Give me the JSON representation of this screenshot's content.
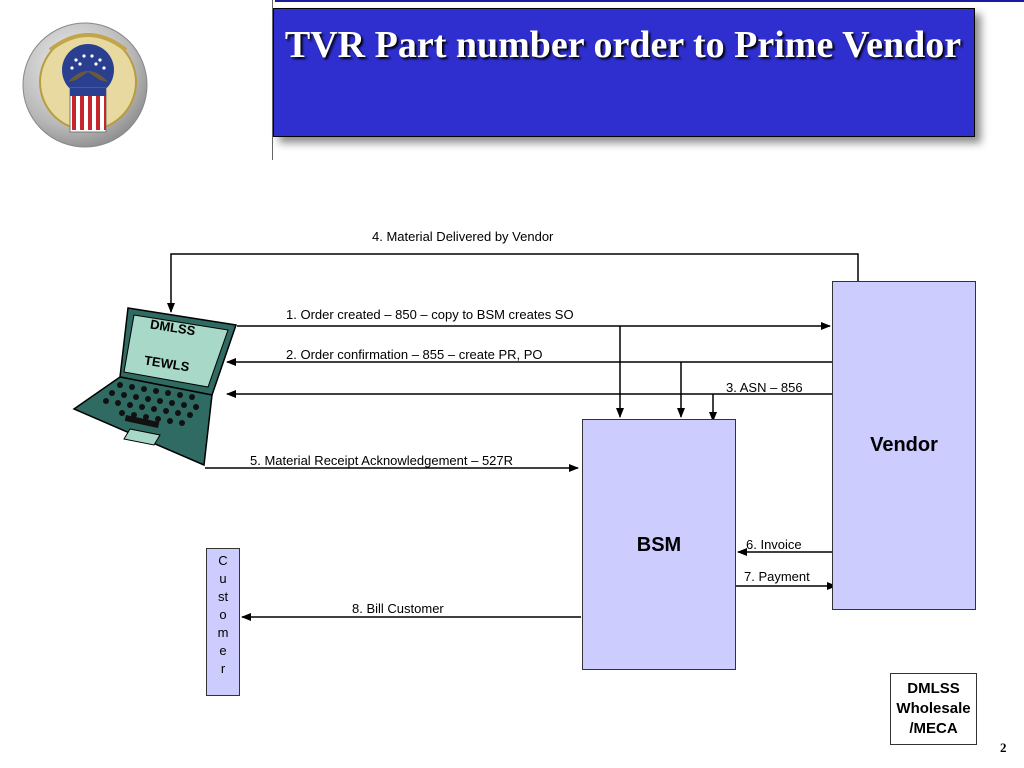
{
  "title": "TVR Part number order to Prime Vendor",
  "nodes": {
    "vendor": "Vendor",
    "bsm": "BSM",
    "customer": [
      "C",
      "u",
      "st",
      "o",
      "m",
      "e",
      "r"
    ],
    "laptop_top": "DMLSS",
    "laptop_bottom": "TEWLS",
    "meca": [
      "DMLSS",
      "Wholesale",
      "/MECA"
    ]
  },
  "flows": {
    "f1": "1. Order created – 850 –  copy to BSM creates SO",
    "f2": "2. Order confirmation – 855 – create PR, PO",
    "f3": "3. ASN – 856",
    "f4": "4. Material Delivered by Vendor",
    "f5": "5. Material Receipt Acknowledgement – 527R",
    "f6": "6. Invoice",
    "f7": "7. Payment",
    "f8": "8. Bill Customer"
  },
  "page_number": "2",
  "colors": {
    "title_bg": "#2f2fd0",
    "box_fill": "#ccccff",
    "laptop": "#2f6b62"
  }
}
